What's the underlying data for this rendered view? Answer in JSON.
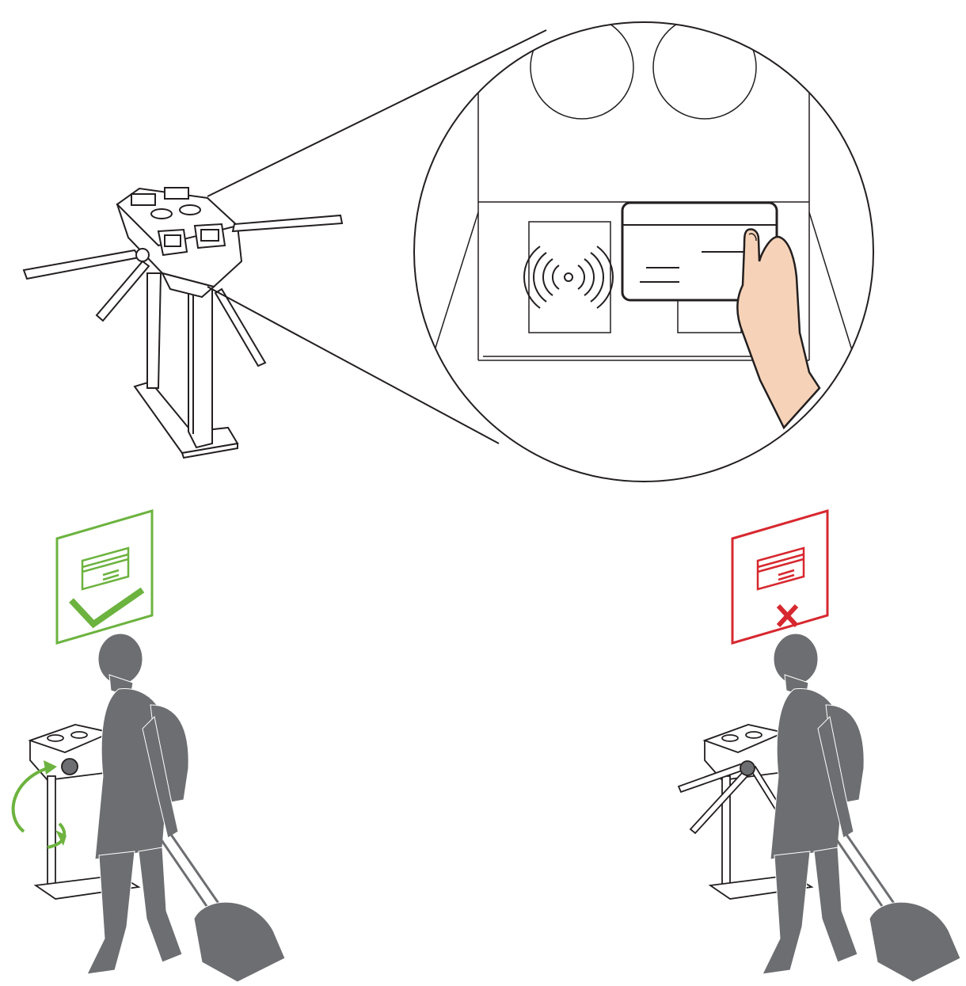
{
  "colors": {
    "line": "#231f20",
    "skin": "#f6d3b8",
    "person": "#6d6e71",
    "accept": "#6cb33f",
    "reject": "#d7282f",
    "background": "#ffffff"
  },
  "scenes": {
    "top": {
      "subject": "tripod-turnstile",
      "callout": "card-reader-zoom",
      "icons": [
        "rfid-wave-icon",
        "access-card",
        "hand"
      ]
    },
    "left": {
      "status": "granted",
      "icon": "card-icon",
      "mark": "check-mark-icon",
      "arm_motion": "rotate-arrows-icon"
    },
    "right": {
      "status": "denied",
      "icon": "card-icon",
      "mark": "cross-mark-icon"
    }
  }
}
